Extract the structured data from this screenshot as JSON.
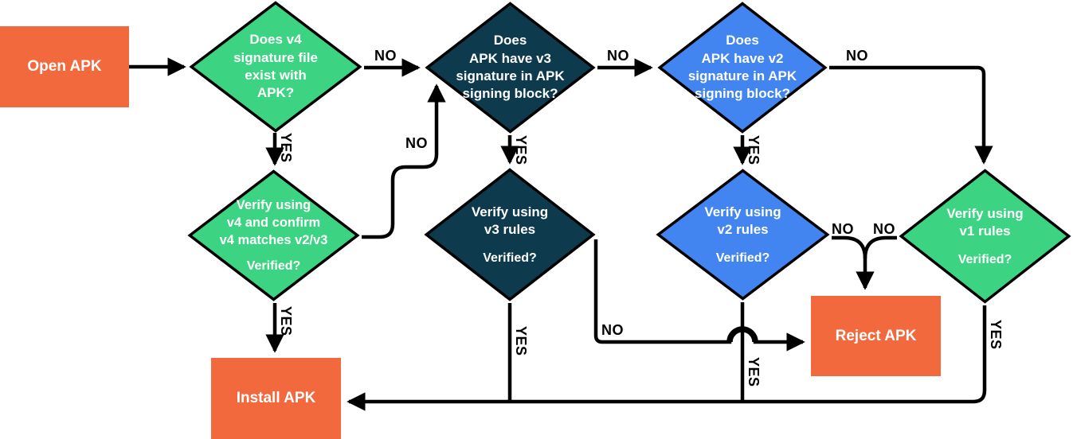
{
  "title": "APK signature verification flowchart",
  "colors": {
    "orange": "#F2693E",
    "green": "#3CD483",
    "navy": "#0E3A4D",
    "blue": "#4285F0",
    "line": "#000000",
    "node_text": "#FFFFFF"
  },
  "nodes": {
    "open_apk": {
      "label": "Open APK"
    },
    "q_v4": {
      "label": "Does v4\nsignature file\nexist with\nAPK?"
    },
    "q_v3": {
      "label": "Does\nAPK have v3\nsignature in APK\nsigning block?"
    },
    "q_v2": {
      "label": "Does\nAPK have v2\nsignature in APK\nsigning block?"
    },
    "verify_v4": {
      "label": "Verify using\nv4 and confirm\nv4 matches v2/v3",
      "sublabel": "Verified?"
    },
    "verify_v3": {
      "label": "Verify using\nv3 rules",
      "sublabel": "Verified?"
    },
    "verify_v2": {
      "label": "Verify using\nv2 rules",
      "sublabel": "Verified?"
    },
    "verify_v1": {
      "label": "Verify using\nv1 rules",
      "sublabel": "Verified?"
    },
    "reject_apk": {
      "label": "Reject APK"
    },
    "install_apk": {
      "label": "Install APK"
    }
  },
  "edge_labels": {
    "yes": "YES",
    "no": "NO"
  },
  "edges": [
    {
      "from": "open_apk",
      "to": "q_v4",
      "label": ""
    },
    {
      "from": "q_v4",
      "to": "q_v3",
      "label": "NO"
    },
    {
      "from": "q_v4",
      "to": "verify_v4",
      "label": "YES"
    },
    {
      "from": "q_v3",
      "to": "q_v2",
      "label": "NO"
    },
    {
      "from": "q_v3",
      "to": "verify_v3",
      "label": "YES"
    },
    {
      "from": "q_v2",
      "to": "verify_v1",
      "label": "NO"
    },
    {
      "from": "q_v2",
      "to": "verify_v2",
      "label": "YES"
    },
    {
      "from": "verify_v4",
      "to": "q_v3",
      "label": "NO"
    },
    {
      "from": "verify_v4",
      "to": "install_apk",
      "label": "YES"
    },
    {
      "from": "verify_v3",
      "to": "reject_apk",
      "label": "NO"
    },
    {
      "from": "verify_v3",
      "to": "install_apk",
      "label": "YES"
    },
    {
      "from": "verify_v2",
      "to": "reject_apk",
      "label": "NO"
    },
    {
      "from": "verify_v2",
      "to": "install_apk",
      "label": "YES"
    },
    {
      "from": "verify_v1",
      "to": "reject_apk",
      "label": "NO"
    },
    {
      "from": "verify_v1",
      "to": "install_apk",
      "label": "YES"
    }
  ]
}
